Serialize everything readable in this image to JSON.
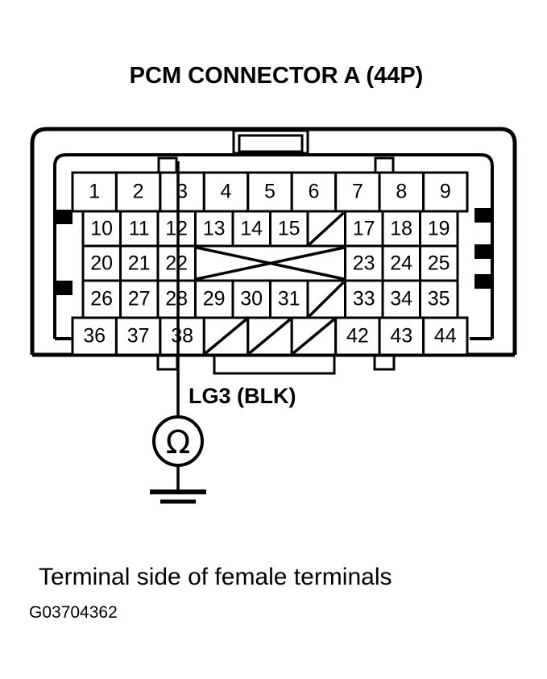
{
  "figure": {
    "title": "PCM CONNECTOR A (44P)",
    "caption": "Terminal side of female terminals",
    "figure_id": "G03704362",
    "wire_label": "LG3 (BLK)",
    "meter_symbol": "Ω",
    "meter_type": "ohmmeter",
    "ink_color": "#000000",
    "background_color": "#ffffff"
  },
  "connector": {
    "name": "PCM Connector A",
    "pin_count": "44P",
    "total_pins": 44,
    "probed_pin": "38",
    "probed_circuit": "LG3 (BLK)",
    "rows": [
      {
        "row_index": 1,
        "cells": [
          {
            "label": "1",
            "blank": false
          },
          {
            "label": "2",
            "blank": false
          },
          {
            "label": "3",
            "blank": false
          },
          {
            "label": "4",
            "blank": false
          },
          {
            "label": "5",
            "blank": false
          },
          {
            "label": "6",
            "blank": false
          },
          {
            "label": "7",
            "blank": false
          },
          {
            "label": "8",
            "blank": false
          },
          {
            "label": "9",
            "blank": false
          }
        ]
      },
      {
        "row_index": 2,
        "cells": [
          {
            "label": "10",
            "blank": false
          },
          {
            "label": "11",
            "blank": false
          },
          {
            "label": "12",
            "blank": false
          },
          {
            "label": "13",
            "blank": false
          },
          {
            "label": "14",
            "blank": false
          },
          {
            "label": "15",
            "blank": false
          },
          {
            "label": "",
            "blank": true
          },
          {
            "label": "17",
            "blank": false
          },
          {
            "label": "18",
            "blank": false
          },
          {
            "label": "19",
            "blank": false
          }
        ]
      },
      {
        "row_index": 3,
        "cells": [
          {
            "label": "20",
            "blank": false
          },
          {
            "label": "21",
            "blank": false
          },
          {
            "label": "22",
            "blank": false
          },
          {
            "label": "",
            "blank": true
          },
          {
            "label": "",
            "blank": true
          },
          {
            "label": "",
            "blank": true
          },
          {
            "label": "",
            "blank": true
          },
          {
            "label": "23",
            "blank": false
          },
          {
            "label": "24",
            "blank": false
          },
          {
            "label": "25",
            "blank": false
          }
        ]
      },
      {
        "row_index": 4,
        "cells": [
          {
            "label": "26",
            "blank": false
          },
          {
            "label": "27",
            "blank": false
          },
          {
            "label": "28",
            "blank": false
          },
          {
            "label": "29",
            "blank": false
          },
          {
            "label": "30",
            "blank": false
          },
          {
            "label": "31",
            "blank": false
          },
          {
            "label": "",
            "blank": true
          },
          {
            "label": "33",
            "blank": false
          },
          {
            "label": "34",
            "blank": false
          },
          {
            "label": "35",
            "blank": false
          }
        ]
      },
      {
        "row_index": 5,
        "cells": [
          {
            "label": "36",
            "blank": false
          },
          {
            "label": "37",
            "blank": false
          },
          {
            "label": "38",
            "blank": false
          },
          {
            "label": "",
            "blank": true
          },
          {
            "label": "",
            "blank": true
          },
          {
            "label": "",
            "blank": true
          },
          {
            "label": "42",
            "blank": false
          },
          {
            "label": "43",
            "blank": false
          },
          {
            "label": "44",
            "blank": false
          }
        ]
      }
    ]
  }
}
